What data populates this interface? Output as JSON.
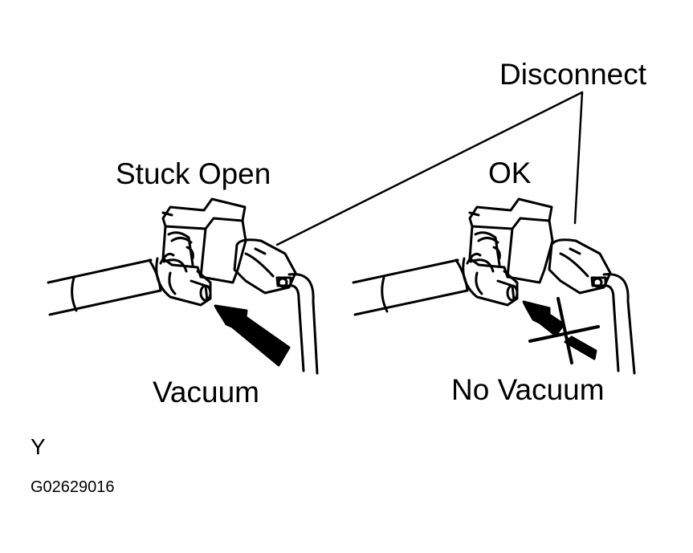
{
  "labels": {
    "disconnect": "Disconnect",
    "stuck_open": "Stuck Open",
    "ok": "OK",
    "vacuum": "Vacuum",
    "no_vacuum": "No Vacuum",
    "corner_mark": "Y",
    "figure_code": "G02629016"
  },
  "colors": {
    "ink": "#000000",
    "paper": "#ffffff"
  }
}
